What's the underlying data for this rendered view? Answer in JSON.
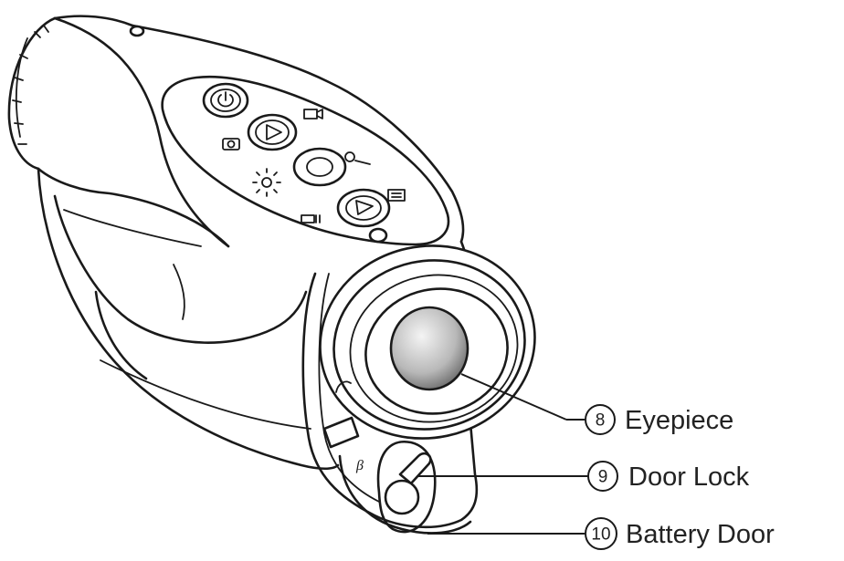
{
  "callouts": [
    {
      "number": "8",
      "label": "Eyepiece"
    },
    {
      "number": "9",
      "label": "Door Lock"
    },
    {
      "number": "10",
      "label": "Battery Door"
    }
  ],
  "icons": [
    "power-icon",
    "play-icon",
    "camera-icon",
    "video-icon",
    "brightness-icon",
    "zoom-icon",
    "ir-icon",
    "menu-icon"
  ]
}
